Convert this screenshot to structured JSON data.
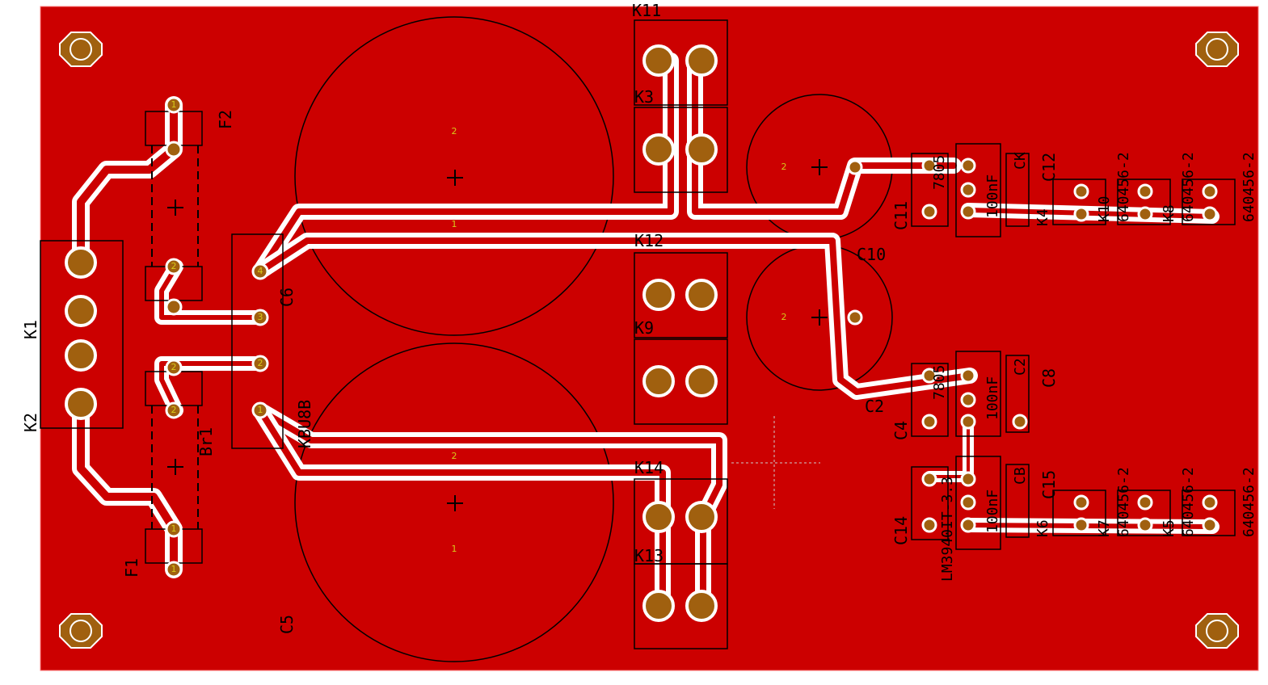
{
  "colors": {
    "board": "#cc0000",
    "trace": "#ffffff",
    "silkscreen": "#000000",
    "pad": "#a0600f",
    "pad_number": "#d6c91a",
    "background": "#ffffff"
  },
  "labels": {
    "K11": "K11",
    "K3": "K3",
    "K12": "K12",
    "K9": "K9",
    "K14": "K14",
    "K13": "K13",
    "K1": "K1",
    "K2": "K2",
    "F1": "F1",
    "F2": "F2",
    "Br1": "Br1",
    "KBU8B": "KBU8B",
    "C6": "C6",
    "C5": "C5",
    "C10": "C10",
    "C2": "C2",
    "C11": "C11",
    "C4": "C4",
    "C14": "C14",
    "C12": "C12",
    "C8": "C8",
    "C15": "C15",
    "CK": "CK",
    "C_2": "C2",
    "CB": "CB",
    "K4": "K4",
    "K6": "K6",
    "U7805a": "7805",
    "U7805b": "7805",
    "LM": "LM3940IT-3.3",
    "n100nf1": "100nF",
    "n100nf2": "100nF",
    "n100nf3": "100nF",
    "conn1": "640456-2",
    "conn2": "640456-2",
    "conn3": "640456-2",
    "conn4": "640456-2",
    "conn5": "640456-2",
    "conn6": "640456-2",
    "K10": "K10",
    "K8": "K8",
    "K7": "K7",
    "K5": "K5"
  }
}
